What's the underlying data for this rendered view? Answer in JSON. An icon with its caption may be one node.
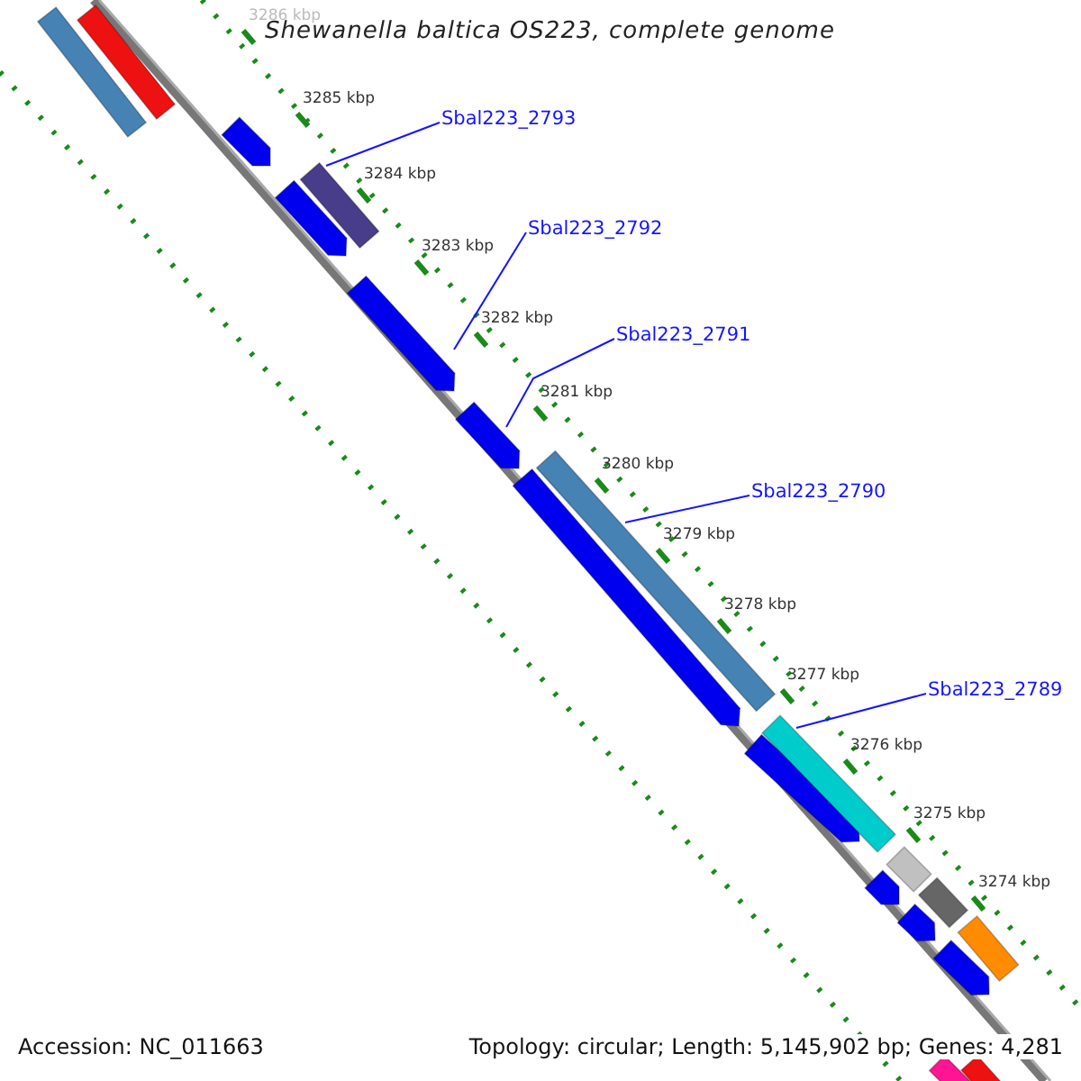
{
  "diagram": {
    "title": "Shewanella baltica OS223, complete genome",
    "nodes": [
      {
        "text": [
          "Sbal223_2793"
        ]
      },
      {
        "text": [
          "Sbal223_2792"
        ]
      },
      {
        "text": [
          "Sbal223_2791"
        ]
      },
      {
        "text": [
          "Sbal223_2790"
        ]
      },
      {
        "text": [
          "Sbal223_2789"
        ]
      },
      {
        "text": [],
        "shape": "bar"
      },
      {
        "text": [],
        "shape": "bar"
      },
      {
        "text": [],
        "shape": "bar"
      },
      {
        "text": [],
        "shape": "bar"
      },
      {
        "text": [],
        "shape": "bar"
      }
    ],
    "edges": [
      {
        "from": 0,
        "to": 5,
        "arrow": "none"
      },
      {
        "from": 1,
        "to": 6,
        "arrow": "none"
      },
      {
        "from": 2,
        "to": 7,
        "arrow": "none"
      },
      {
        "from": 3,
        "to": 8,
        "arrow": "none"
      },
      {
        "from": 4,
        "to": 9,
        "arrow": "none"
      }
    ],
    "labels": [
      "3286 kbp",
      "3285 kbp",
      "3284 kbp",
      "3283 kbp",
      "3282 kbp",
      "3281 kbp",
      "3280 kbp",
      "3279 kbp",
      "3278 kbp",
      "3277 kbp",
      "3276 kbp",
      "3275 kbp",
      "3274 kbp",
      "Accession: NC_011663",
      "Topology: circular; Length: 5,145,902 bp; Genes: 4,281"
    ]
  }
}
